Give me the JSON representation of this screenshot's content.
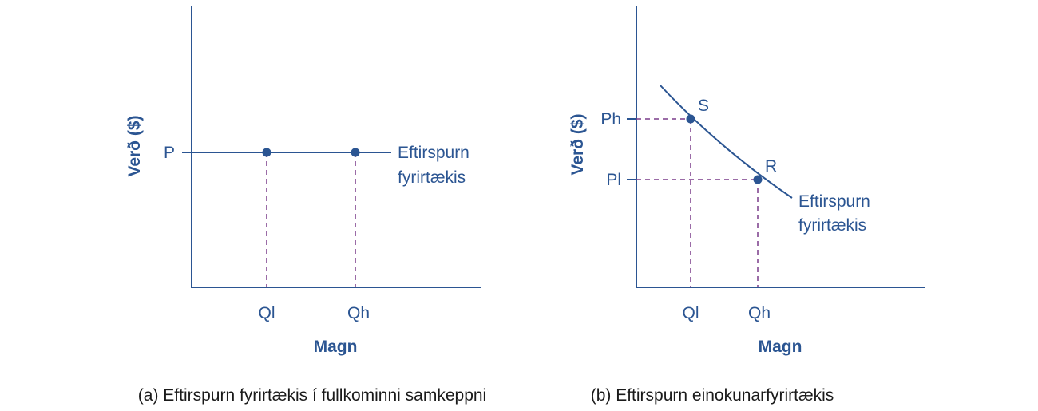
{
  "colors": {
    "axis": "#2b5592",
    "guide": "#7a3b8a",
    "caption": "#1a1a1a"
  },
  "panel_a": {
    "y_axis_title": "Verð ($)",
    "x_axis_title": "Magn",
    "price_label": "P",
    "x_ticks": [
      "Ql",
      "Qh"
    ],
    "curve_label_line1": "Eftirspurn",
    "curve_label_line2": "fyrirtækis",
    "caption": "(a) Eftirspurn fyrirtækis í fullkominni samkeppni"
  },
  "panel_b": {
    "y_axis_title": "Verð ($)",
    "x_axis_title": "Magn",
    "y_ticks": [
      "Ph",
      "Pl"
    ],
    "x_ticks": [
      "Ql",
      "Qh"
    ],
    "point_labels": [
      "S",
      "R"
    ],
    "curve_label_line1": "Eftirspurn",
    "curve_label_line2": "fyrirtækis",
    "caption": "(b) Eftirspurn einokunarfyrirtækis"
  }
}
